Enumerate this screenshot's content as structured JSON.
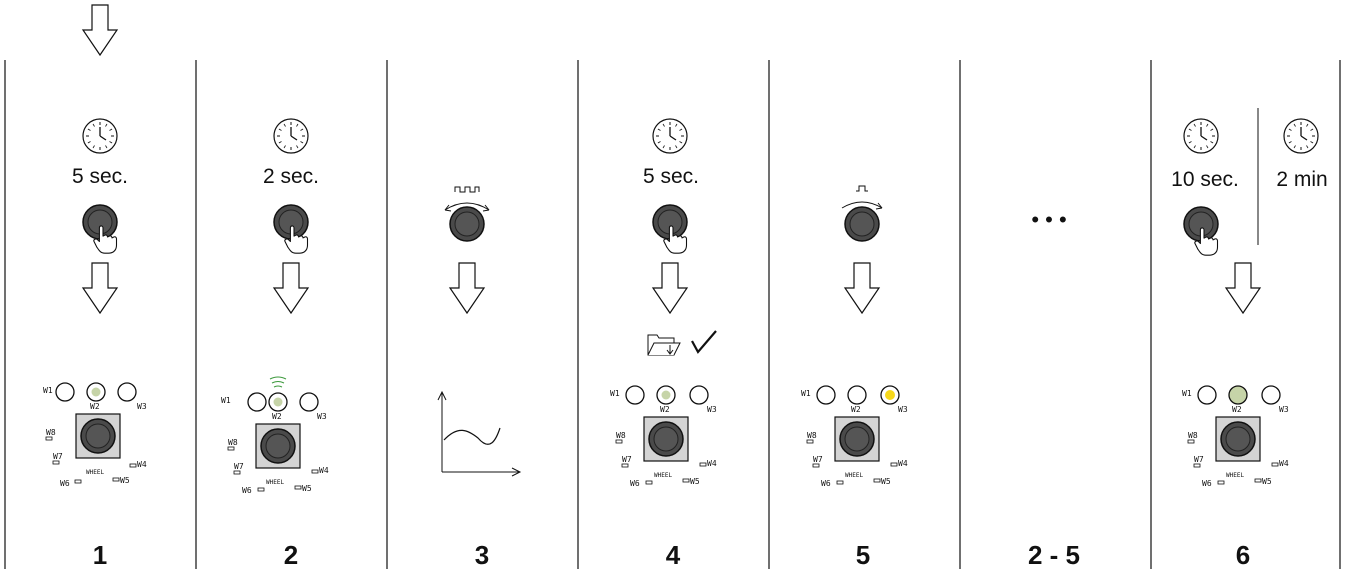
{
  "steps": [
    {
      "number": "1",
      "time": "5 sec."
    },
    {
      "number": "2",
      "time": "2 sec."
    },
    {
      "number": "3"
    },
    {
      "number": "4",
      "time": "5 sec."
    },
    {
      "number": "5"
    },
    {
      "number": "2 - 5",
      "ellipsis": "• • •"
    },
    {
      "number": "6",
      "time": "10 sec.",
      "time_alt": "2 min"
    }
  ],
  "panel_labels": {
    "w1": "W1",
    "w2": "W2",
    "w3": "W3",
    "w4": "W4",
    "w5": "W5",
    "w6": "W6",
    "w7": "W7",
    "w8": "W8",
    "wheel": "WHEEL"
  },
  "colors": {
    "led_green": "#c6d4a8",
    "led_yellow": "#f7d81a",
    "led_off": "#ffffff",
    "signal_green": "#3e9a3e",
    "knob_dark": "#4a4a4a",
    "panel_fill": "#d4d4d4"
  },
  "icons": {
    "clock": "clock-icon",
    "press": "hand-press-icon",
    "arrow": "down-arrow-icon",
    "save": "folder-save-icon",
    "check": "checkmark-icon",
    "graph": "graph-icon",
    "rotate": "rotate-icon"
  }
}
